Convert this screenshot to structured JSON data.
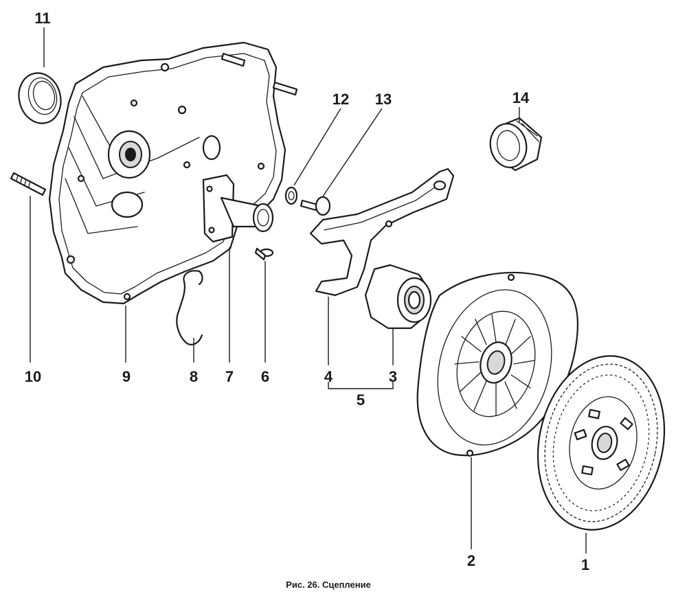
{
  "caption": "Рис. 26. Сцепление",
  "callouts": {
    "c1": "1",
    "c2": "2",
    "c3": "3",
    "c4": "4",
    "c5": "5",
    "c6": "6",
    "c7": "7",
    "c8": "8",
    "c9": "9",
    "c10": "10",
    "c11": "11",
    "c12": "12",
    "c13": "13",
    "c14": "14"
  }
}
